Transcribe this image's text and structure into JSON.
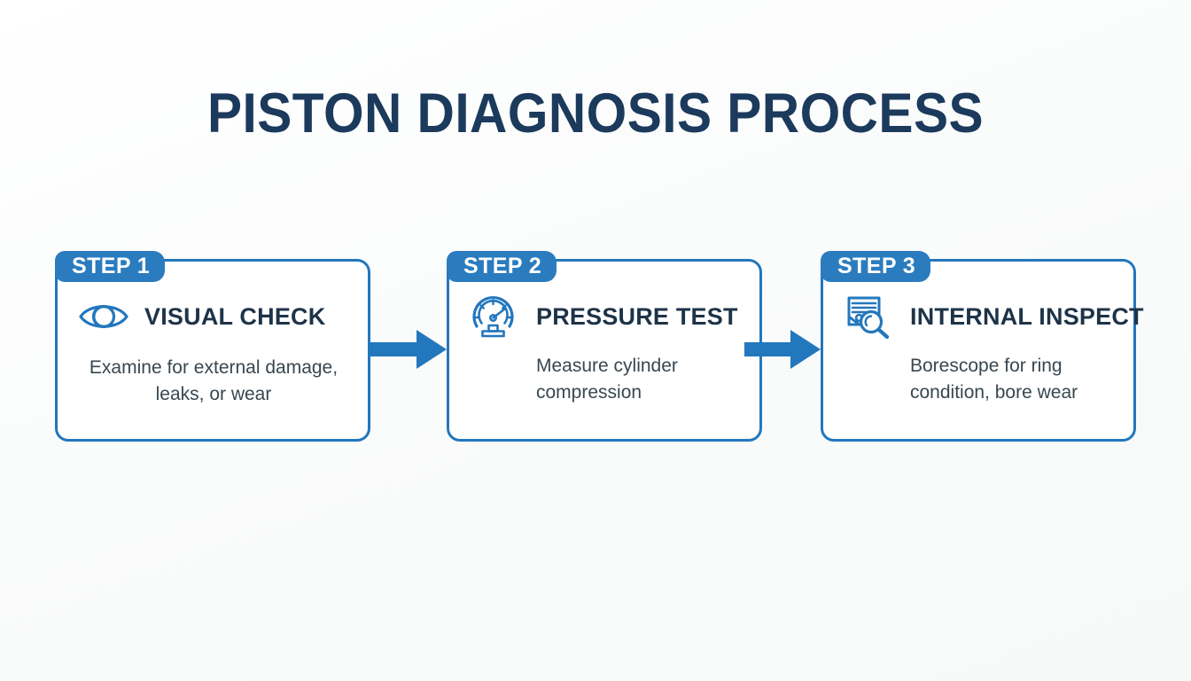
{
  "page": {
    "title": "PISTON DIAGNOSIS PROCESS",
    "background_color": "#fbfcfc",
    "title_color": "#1b3a5c",
    "accent_color": "#2277bd",
    "badge_color": "#2b7cbf",
    "body_text_color": "#38474f"
  },
  "steps": [
    {
      "badge": "STEP 1",
      "title": "VISUAL CHECK",
      "description": "Examine for external damage, leaks, or wear",
      "icon": "eye-icon"
    },
    {
      "badge": "STEP 2",
      "title": "PRESSURE TEST",
      "description": "Measure cylinder compression",
      "icon": "pressure-gauge-icon"
    },
    {
      "badge": "STEP 3",
      "title": "INTERNAL INSPECT",
      "description": "Borescope for ring condition, bore wear",
      "icon": "document-magnifier-icon"
    }
  ],
  "connectors": [
    {
      "name": "arrow-step1-to-step2",
      "direction": "right"
    },
    {
      "name": "arrow-step2-to-step3",
      "direction": "right"
    }
  ]
}
